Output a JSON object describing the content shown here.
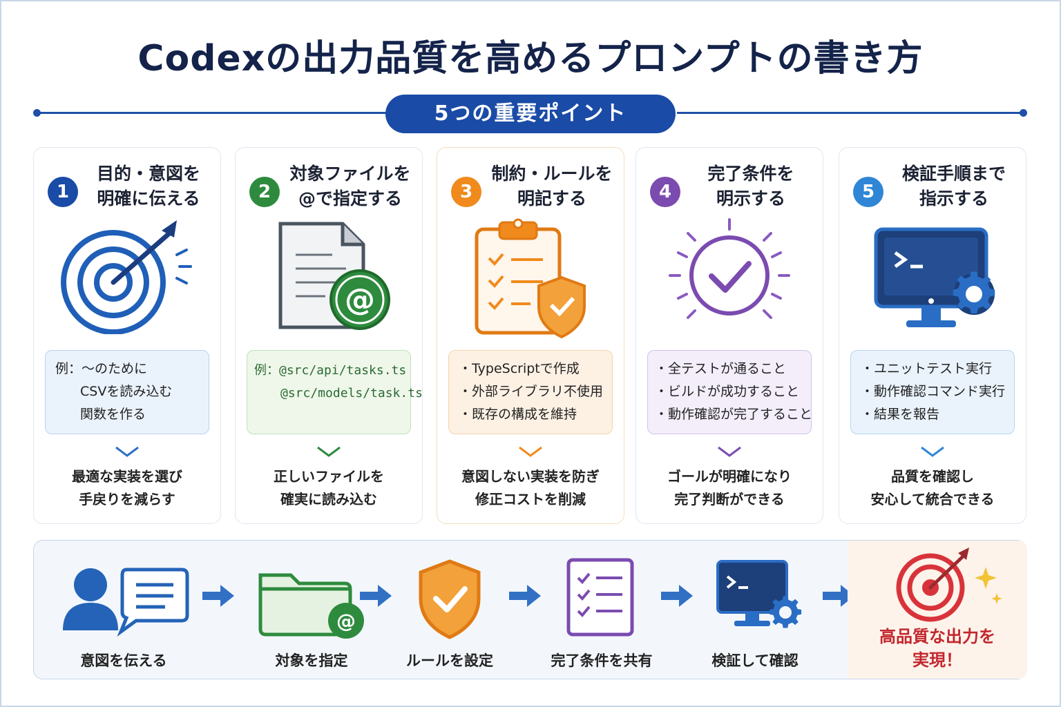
{
  "title": "Codexの出力品質を高めるプロンプトの書き方",
  "subtitle": "5つの重要ポイント",
  "colors": {
    "navy": "#14234a",
    "blue": "#1a4ba6",
    "green": "#2e8b3e",
    "orange": "#f08a1c",
    "purple": "#7b4bb0",
    "lightblue": "#2f86d6",
    "red": "#c2262e"
  },
  "cards": [
    {
      "num": "1",
      "title": "目的・意図を\n明確に伝える",
      "icon": "target-icon",
      "example": [
        "例：～のために",
        "CSVを読み込む",
        "関数を作る"
      ],
      "result": "最適な実装を選び\n手戻りを減らす"
    },
    {
      "num": "2",
      "title": "対象ファイルを\n@で指定する",
      "icon": "file-at-icon",
      "example": [
        "例：@src/api/tasks.ts",
        "@src/models/task.ts"
      ],
      "result": "正しいファイルを\n確実に読み込む"
    },
    {
      "num": "3",
      "title": "制約・ルールを\n明記する",
      "icon": "clipboard-shield-icon",
      "example": [
        "・TypeScriptで作成",
        "・外部ライブラリ不使用",
        "・既存の構成を維持"
      ],
      "result": "意図しない実装を防ぎ\n修正コストを削減"
    },
    {
      "num": "4",
      "title": "完了条件を\n明示する",
      "icon": "check-circle-icon",
      "example": [
        "・全テストが通ること",
        "・ビルドが成功すること",
        "・動作確認が完了すること"
      ],
      "result": "ゴールが明確になり\n完了判断ができる"
    },
    {
      "num": "5",
      "title": "検証手順まで\n指示する",
      "icon": "monitor-gear-icon",
      "example": [
        "・ユニットテスト実行",
        "・動作確認コマンド実行",
        "・結果を報告"
      ],
      "result": "品質を確認し\n安心して統合できる"
    }
  ],
  "flow": [
    {
      "label": "意図を伝える",
      "icon": "person-speech-icon"
    },
    {
      "label": "対象を指定",
      "icon": "folder-at-icon"
    },
    {
      "label": "ルールを設定",
      "icon": "shield-check-icon"
    },
    {
      "label": "完了条件を共有",
      "icon": "checklist-icon"
    },
    {
      "label": "検証して確認",
      "icon": "monitor-gear-icon"
    }
  ],
  "final": {
    "label": "高品質な出力を\n実現！",
    "icon": "target-sparkle-icon"
  }
}
